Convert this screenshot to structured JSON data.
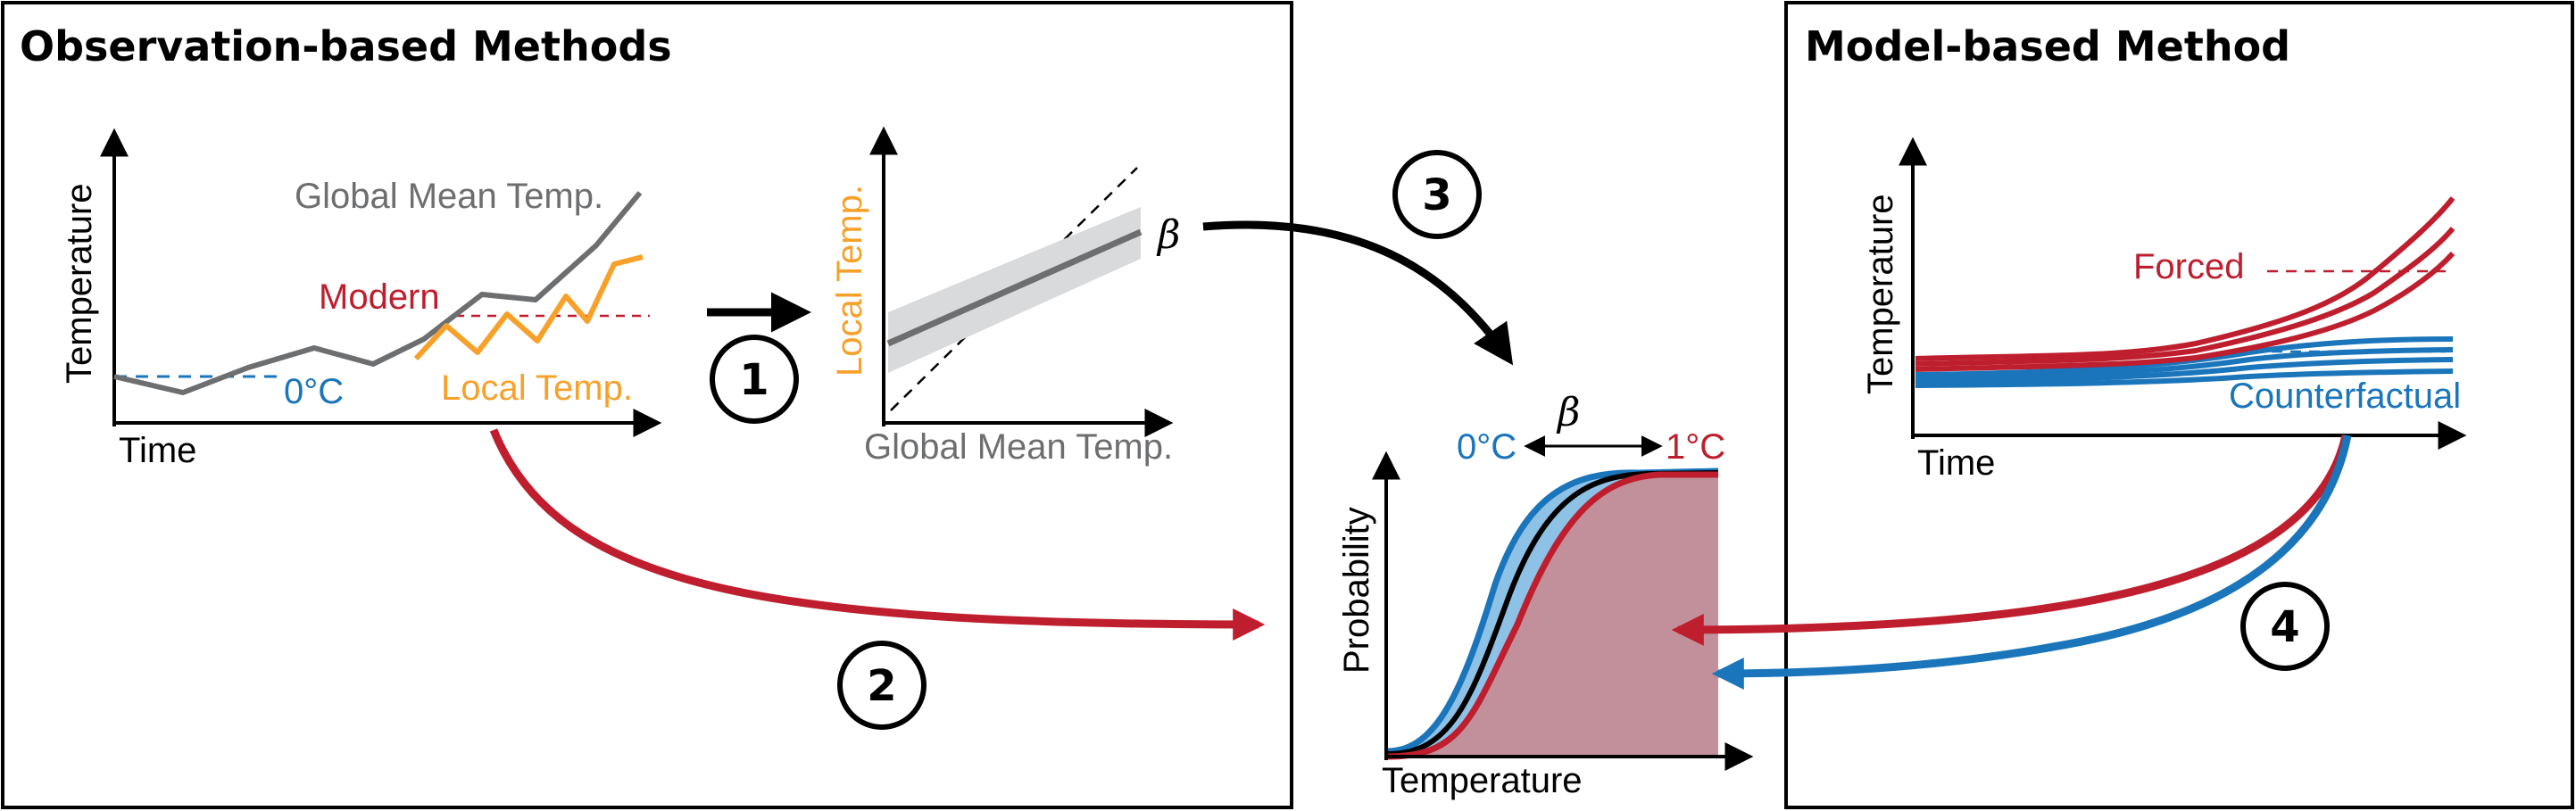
{
  "panels": {
    "observation": {
      "title": "Observation-based Methods"
    },
    "model": {
      "title": "Model-based Method"
    }
  },
  "obs_plot": {
    "y_label": "Temperature",
    "x_label": "Time",
    "global_label": "Global Mean Temp.",
    "modern_label": "Modern",
    "zero_label": "0°C",
    "local_label": "Local Temp."
  },
  "regression_plot": {
    "y_label": "Local Temp.",
    "x_label": "Global Mean Temp.",
    "beta": "β"
  },
  "model_plot": {
    "y_label": "Temperature",
    "x_label": "Time",
    "forced_label": "Forced",
    "counterfactual_label": "Counterfactual"
  },
  "cdf_plot": {
    "y_label": "Probability",
    "x_label": "Temperature",
    "zero_label": "0°C",
    "one_label": "1°C",
    "beta": "β"
  },
  "steps": [
    "1",
    "2",
    "3",
    "4"
  ],
  "colors": {
    "gray": "#6d6e70",
    "orange": "#f7a12b",
    "red": "#be1e2d",
    "blue": "#1a75bb",
    "light_blue": "#8ec1e6",
    "shade_red": "#c2909a",
    "band_gray": "#d9dadb"
  }
}
